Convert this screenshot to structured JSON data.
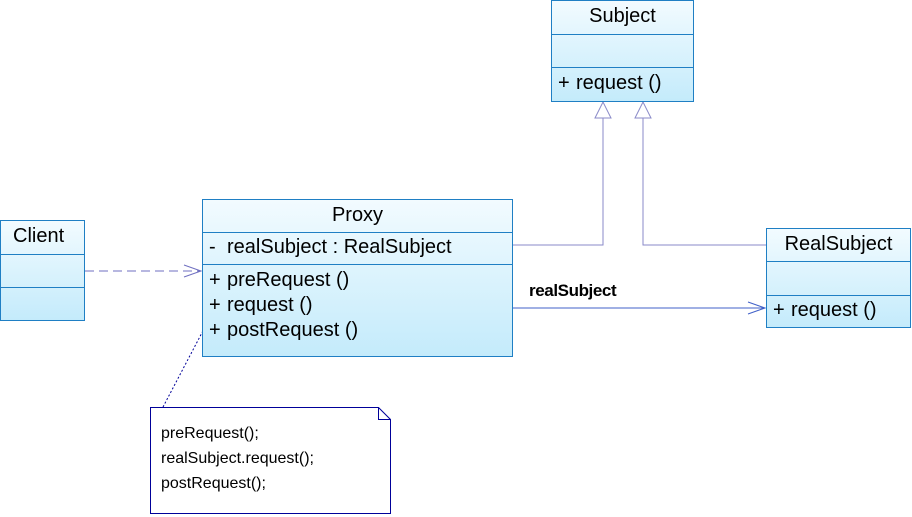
{
  "classes": {
    "subject": {
      "name": "Subject",
      "operations": [
        {
          "visibility": "+",
          "text": "request ()"
        }
      ]
    },
    "proxy": {
      "name": "Proxy",
      "attributes": [
        {
          "visibility": "-",
          "text": "realSubject  : RealSubject"
        }
      ],
      "operations": [
        {
          "visibility": "+",
          "text": "preRequest ()"
        },
        {
          "visibility": "+",
          "text": "request ()"
        },
        {
          "visibility": "+",
          "text": "postRequest ()"
        }
      ]
    },
    "client": {
      "name": "Client"
    },
    "real_subject": {
      "name": "RealSubject",
      "operations": [
        {
          "visibility": "+",
          "text": "request ()"
        }
      ]
    }
  },
  "association": {
    "label": "realSubject"
  },
  "note": {
    "lines": [
      "preRequest();",
      "realSubject.request();",
      "postRequest();"
    ]
  },
  "colors": {
    "class_border": "#1f7fc4",
    "class_fill_top": "#f2fbff",
    "class_fill_bottom": "#c4ebfb",
    "generalization_line": "#8a8ac8",
    "dependency_line": "#6f6fc0",
    "association_line": "#4060c8",
    "note_border": "#000099"
  }
}
